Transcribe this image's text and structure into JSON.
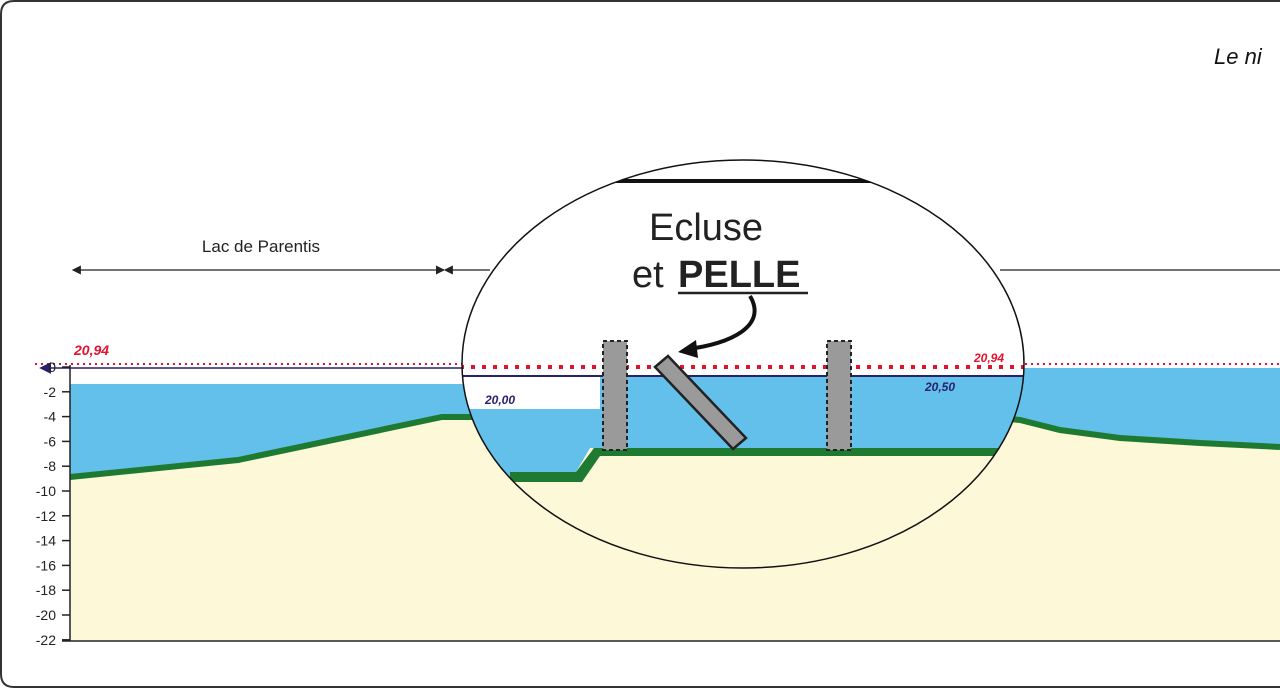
{
  "title": "Le ni",
  "lake_label": "Lac de Parentis",
  "callout": {
    "line1": "Ecluse",
    "prefix": "et",
    "highlight": "PELLE"
  },
  "levels": {
    "reference_left": "20,94",
    "reference_right": "20,94",
    "left_water": "20,00",
    "right_water": "20,50"
  },
  "axis": {
    "ticks": [
      "0",
      "-2",
      "-4",
      "-6",
      "-8",
      "-10",
      "-12",
      "-14",
      "-16",
      "-18",
      "-20",
      "-22"
    ]
  },
  "colors": {
    "water": "#63c0ea",
    "sand": "#fdf8d8",
    "bank": "#1f7a31",
    "reference_line": "#e3122e",
    "water_line": "#27226b",
    "gate": "#9a9a9a"
  }
}
